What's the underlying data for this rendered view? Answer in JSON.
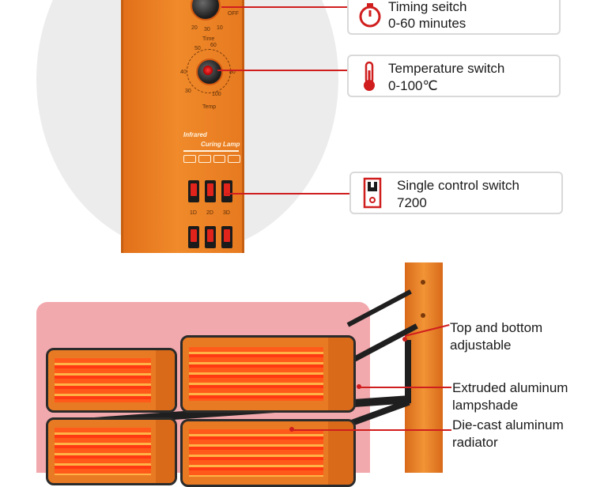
{
  "panel": {
    "off_label": "OFF",
    "time_label": "Time",
    "temp_label": "Temp",
    "dial_ticks_timer": [
      "20",
      "30",
      "10"
    ],
    "dial_ticks_temp": [
      "50",
      "60",
      "40",
      "80",
      "30",
      "100"
    ],
    "brand_line1": "Infrared",
    "brand_line2": "Curing Lamp",
    "switch_labels": [
      "1D",
      "2D",
      "3D"
    ]
  },
  "callouts_top": [
    {
      "title": "Timing seitch",
      "subtitle": "0-60 minutes",
      "icon": "stopwatch-icon"
    },
    {
      "title": "Temperature switch",
      "subtitle": "0-100℃",
      "icon": "thermometer-icon"
    },
    {
      "title": "Single control switch",
      "subtitle": "7200",
      "icon": "rocker-switch-icon"
    }
  ],
  "callouts_bottom": [
    {
      "line1": "Top and bottom",
      "line2": "adjustable"
    },
    {
      "line1": "Extruded aluminum",
      "line2": "lampshade"
    },
    {
      "line1": "Die-cast aluminum",
      "line2": "radiator"
    }
  ],
  "colors": {
    "accent": "#d01e1e",
    "orange": "#ec7c22",
    "pink": "#f2a9ad"
  }
}
